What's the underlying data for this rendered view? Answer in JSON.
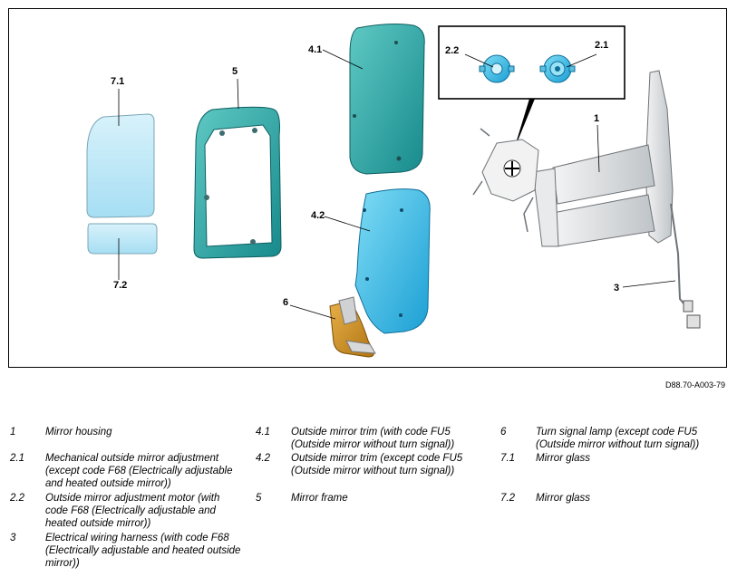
{
  "figure": {
    "reference_code": "D88.70-A003-79",
    "callouts": {
      "c1": "1",
      "c2_1": "2.1",
      "c2_2": "2.2",
      "c3": "3",
      "c4_1": "4.1",
      "c4_2": "4.2",
      "c5": "5",
      "c6": "6",
      "c7_1": "7.1",
      "c7_2": "7.2"
    }
  },
  "legend": [
    {
      "num": "1",
      "text": "Mirror housing"
    },
    {
      "num": "2.1",
      "text": "Mechanical outside mirror adjustment (except code F68 (Electrically adjustable and heated outside mirror))"
    },
    {
      "num": "2.2",
      "text": "Outside mirror adjustment motor (with code F68 (Electrically adjustable and heated outside mirror))"
    },
    {
      "num": "3",
      "text": "Electrical wiring harness (with code F68 (Electrically adjustable and heated outside mirror))"
    },
    {
      "num": "4.1",
      "text": "Outside mirror trim (with code FU5 (Outside mirror without turn signal))"
    },
    {
      "num": "4.2",
      "text": "Outside mirror trim (except code FU5 (Outside mirror without turn signal))"
    },
    {
      "num": "5",
      "text": "Mirror frame"
    },
    {
      "num": "6",
      "text": "Turn signal lamp (except code FU5 (Outside mirror without turn signal))"
    },
    {
      "num": "7.1",
      "text": "Mirror glass"
    },
    {
      "num": "7.2",
      "text": "Mirror glass"
    }
  ]
}
